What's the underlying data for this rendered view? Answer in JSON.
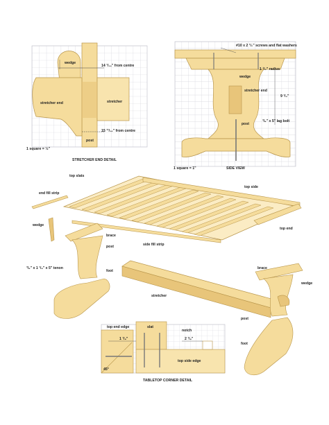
{
  "colors": {
    "wood": "#f5dc9c",
    "wood_light": "#fbecc4",
    "wood_dark": "#d9b76a",
    "grid": "#cfcfd8",
    "grid_panel": "#ffffff",
    "ink": "#333333"
  },
  "stretcher_detail": {
    "caption": "STRETCHER END DETAIL",
    "scale": "1 square = ½\"",
    "labels": {
      "wedge": "wedge",
      "dim_top": "14 ¹/₁₆\" from centre",
      "stretcher_end": "stretcher end",
      "stretcher": "stretcher",
      "dim_bottom": "15 ¹¹/₁₆\" from centre",
      "post": "post"
    }
  },
  "side_view": {
    "caption": "SIDE VIEW",
    "scale": "1 square = 1\"",
    "labels": {
      "screws": "#10 x 2 ¹/₂\" screws and flat washers",
      "radius": "1 ¹/₂\" radius",
      "wedge": "wedge",
      "stretcher_end": "stretcher end",
      "height": "9 ¹/₄\"",
      "post": "post",
      "lag_bolt": "³/₈\" x 5\" lag bolt"
    }
  },
  "exploded": {
    "labels": {
      "top_slats": "top slats",
      "top_side": "top side",
      "end_fill_strip": "end fill strip",
      "top_end": "top end",
      "wedge_left": "wedge",
      "brace_left": "brace",
      "side_fill_strip": "side fill strip",
      "post_left": "post",
      "tenon": "³/₈\" x 1 ¹/₈\" x 5\" tenon",
      "foot_left": "foot",
      "stretcher": "stretcher",
      "brace_right": "brace",
      "wedge_right": "wedge",
      "post_right": "post",
      "foot_right": "foot"
    }
  },
  "corner_detail": {
    "caption": "TABLETOP CORNER DETAIL",
    "labels": {
      "top_end_edge": "top end edge",
      "slat": "slat",
      "notch": "notch",
      "dim_left": "1 ¹/₈\"",
      "dim_right": "2 ¹/₈\"",
      "top_side_edge": "top side edge",
      "angle": "45°"
    }
  }
}
